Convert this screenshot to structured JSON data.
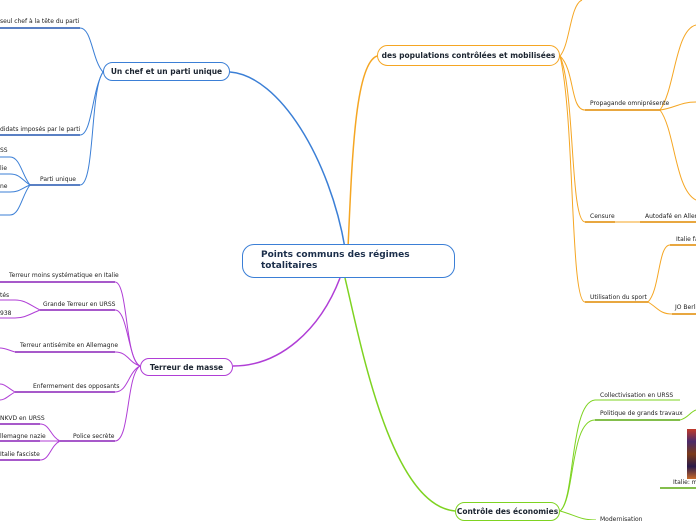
{
  "central": {
    "title": "Points communs des régimes totalitaires"
  },
  "colors": {
    "blue": "#3b7fd6",
    "orange": "#f5a623",
    "purple": "#b03ed6",
    "green": "#7ed321"
  },
  "branches": {
    "chef": {
      "label": "Un chef et un parti unique",
      "items": {
        "seul_chef": "seul chef à la tête du parti",
        "candidats": "didats imposés par le parti",
        "parti_unique": "Parti unique",
        "urss": "SS",
        "italie": "lie",
        "allemagne": "ne"
      }
    },
    "terreur": {
      "label": "Terreur de masse",
      "items": {
        "italie": "Terreur moins systématique en Italie",
        "etes": "tés",
        "grande": "Grande Terreur en URSS",
        "year": "938",
        "antisemite": "Terreur antisémite en Allemagne",
        "opposants": "Enfermement des opposants",
        "nkvd": "NKVD en URSS",
        "police": "Police secrète",
        "nazie": "llemagne nazie",
        "fasciste": "Italie fasciste"
      }
    },
    "populations": {
      "label": "des populations contrôlées et mobilisées",
      "items": {
        "propagande": "Propagande omniprésente",
        "censure": "Censure",
        "autodafe": "Autodafé en Allem",
        "sport": "Utilisation du sport",
        "italie_fa": "Italie fa",
        "jo_berlin": "JO Berli"
      }
    },
    "economies": {
      "label": "Contrôle des économies",
      "items": {
        "collectivisation": "Collectivisation en URSS",
        "grands_travaux": "Politique de grands travaux",
        "italie_m": "Italie: m",
        "modernisation": "Modernisation"
      }
    }
  }
}
